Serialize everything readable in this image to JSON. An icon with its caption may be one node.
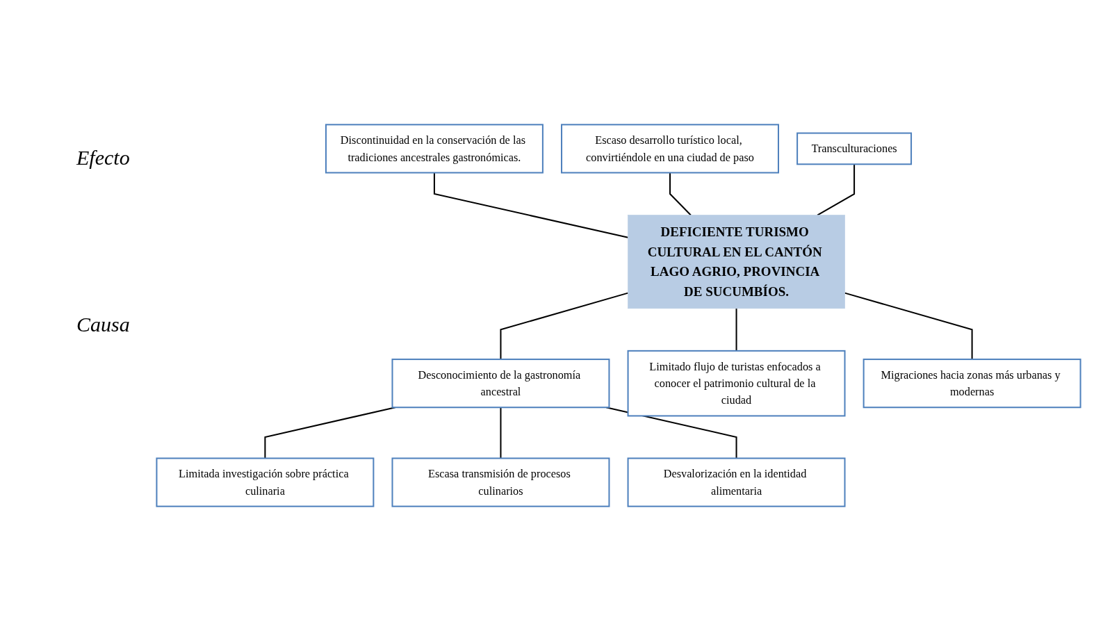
{
  "diagram": {
    "nodes": [
      {
        "text": [
          "Discontinuidad en la conservación de las tradiciones ancestrales gastronómicas."
        ]
      },
      {
        "text": [
          "Escaso desarrollo turístico local, convirtiéndole en una ciudad de paso"
        ]
      },
      {
        "text": [
          "Transculturaciones"
        ]
      },
      {
        "text": [
          "DEFICIENTE TURISMO CULTURAL EN EL CANTÓN LAGO AGRIO, PROVINCIA DE SUCUMBÍOS."
        ]
      },
      {
        "text": [
          "Desconocimiento de la gastronomía ancestral"
        ]
      },
      {
        "text": [
          "Limitado flujo de turistas enfocados a conocer el patrimonio cultural de la ciudad"
        ]
      },
      {
        "text": [
          "Migraciones hacia zonas más urbanas y modernas"
        ]
      },
      {
        "text": [
          "Limitada investigación sobre práctica culinaria"
        ]
      },
      {
        "text": [
          "Escasa transmisión de procesos culinarios"
        ]
      },
      {
        "text": [
          "Desvalorización en la identidad alimentaria"
        ]
      }
    ],
    "edges": [
      {
        "from": 0,
        "to": 3,
        "arrow": "none"
      },
      {
        "from": 1,
        "to": 3,
        "arrow": "none"
      },
      {
        "from": 2,
        "to": 3,
        "arrow": "none"
      },
      {
        "from": 3,
        "to": 4,
        "arrow": "none"
      },
      {
        "from": 3,
        "to": 5,
        "arrow": "none"
      },
      {
        "from": 3,
        "to": 6,
        "arrow": "none"
      },
      {
        "from": 4,
        "to": 7,
        "arrow": "none"
      },
      {
        "from": 4,
        "to": 8,
        "arrow": "none"
      },
      {
        "from": 4,
        "to": 9,
        "arrow": "none"
      }
    ],
    "labels": [
      "Efecto",
      "Causa"
    ]
  }
}
